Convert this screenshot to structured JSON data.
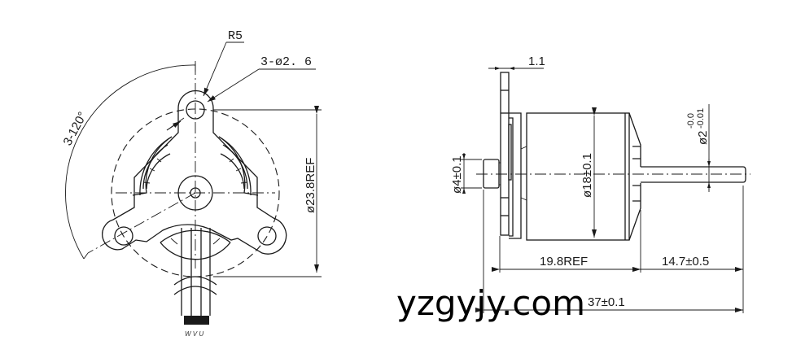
{
  "drawing": {
    "front_view": {
      "labels": {
        "fillet_radius": "R5",
        "mount_holes": "3-ø2. 6",
        "hole_angle": "3-120°",
        "bolt_circle": "ø23.8REF",
        "wire_labels": "W V U"
      }
    },
    "side_view": {
      "labels": {
        "flange_thickness": "1.1",
        "boss_diameter": "ø4±0.1",
        "body_diameter": "ø18±0.1",
        "shaft_diameter_base": "ø2",
        "shaft_tol_upper": "-0.0",
        "shaft_tol_lower": "-0.01",
        "body_length": "19.8REF",
        "shaft_length": "14.7±0.5",
        "overall_length": "37±0.1"
      }
    }
  },
  "watermark": "yzgyjy.com"
}
